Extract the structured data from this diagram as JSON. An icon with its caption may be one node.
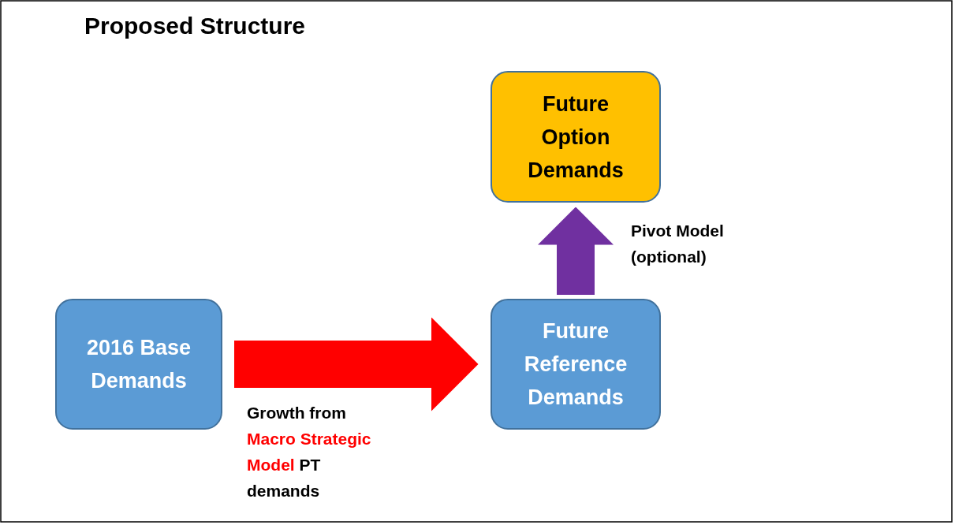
{
  "diagram": {
    "title": "Proposed Structure",
    "nodes": [
      {
        "text": [
          "2016 Base Demands"
        ]
      },
      {
        "text": [
          "Future Reference Demands"
        ]
      },
      {
        "text": [
          "Future Option Demands"
        ]
      }
    ],
    "edges": [
      {
        "from": 0,
        "to": 1,
        "arrow": "to",
        "label": "Growth from *Macro Strategic Model* PT demands",
        "color": "#ff0000"
      },
      {
        "from": 1,
        "to": 2,
        "arrow": "to",
        "label": "Pivot Model (optional)",
        "color": "#7030a0"
      }
    ]
  }
}
